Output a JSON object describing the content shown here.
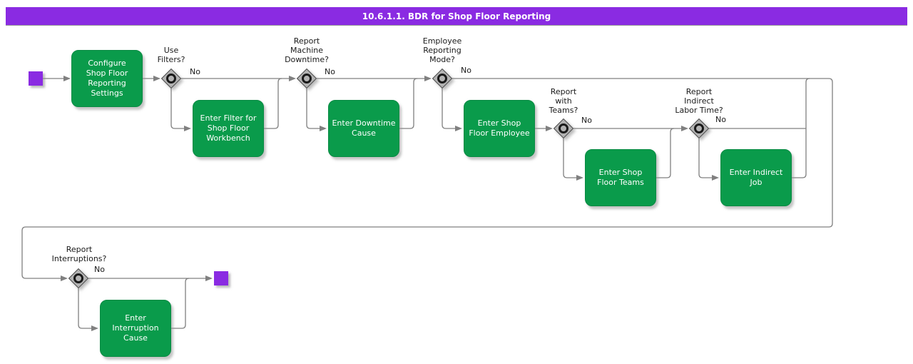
{
  "title_bar": {
    "title": "10.6.1.1. BDR for Shop Floor Reporting"
  },
  "colors": {
    "title_purple": "#8a2be2",
    "terminal_purple": "#8a2be2",
    "node_green": "#0a9b4b",
    "decision_gray": "#b3b3b3",
    "connector_gray": "#808080",
    "label_black": "#1a1a1a"
  },
  "activities": [
    {
      "label": "Configure\nShop Floor\nReporting\nSettings"
    },
    {
      "label": "Enter Filter for\nShop Floor\nWorkbench"
    },
    {
      "label": "Enter Downtime\nCause"
    },
    {
      "label": "Enter Shop\nFloor Employee"
    },
    {
      "label": "Enter Shop\nFloor Teams"
    },
    {
      "label": "Enter Indirect\nJob"
    },
    {
      "label": "Enter\nInterruption\nCause"
    }
  ],
  "decisions": [
    {
      "label": "Use\nFilters?",
      "no_label": "No"
    },
    {
      "label": "Report\nMachine\nDowntime?",
      "no_label": "No"
    },
    {
      "label": "Employee\nReporting\nMode?",
      "no_label": "No"
    },
    {
      "label": "Report\nwith\nTeams?",
      "no_label": "No"
    },
    {
      "label": "Report\nIndirect\nLabor Time?",
      "no_label": "No"
    },
    {
      "label": "Report\nInterruptions?",
      "no_label": "No"
    }
  ]
}
